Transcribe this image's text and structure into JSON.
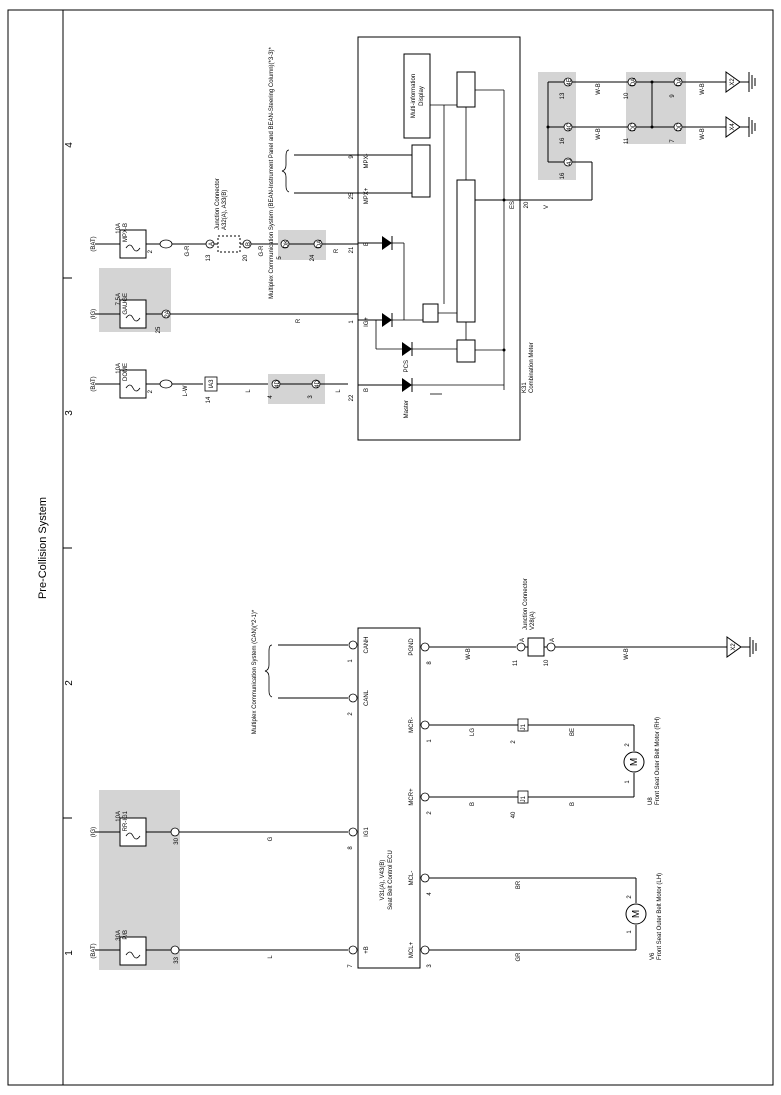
{
  "page": {
    "title": "Pre-Collision System",
    "zones": [
      "1",
      "2",
      "3",
      "4"
    ]
  },
  "fuses": {
    "p8": {
      "amp": "30A",
      "name": "P/B",
      "src": "(BAT)",
      "pin": "33",
      "conn": "1C"
    },
    "rrig1": {
      "amp": "10A",
      "name": "RR-IG1",
      "src": "(IG)",
      "pin": "30",
      "conn": "1C"
    },
    "dome": {
      "amp": "10A",
      "name": "DOME",
      "src": "(BAT)",
      "pin": "2"
    },
    "gauge": {
      "amp": "7.5A",
      "name": "GAUGE",
      "src": "(IG)",
      "pin": "25",
      "conn": "2A"
    },
    "mpxb": {
      "amp": "10A",
      "name": "MPX-B",
      "src": "(BAT)",
      "pin": "2"
    }
  },
  "ecu": {
    "id": "V31(A), V43(B)",
    "name": "Seat Belt Control ECU",
    "pins": {
      "b": {
        "num": "7",
        "conn": "A",
        "label": "+B"
      },
      "ig1": {
        "num": "8",
        "conn": "A",
        "label": "IG1"
      },
      "canl": {
        "num": "2",
        "conn": "B",
        "label": "CANL"
      },
      "canh": {
        "num": "1",
        "conn": "B",
        "label": "CANH"
      },
      "mclp": {
        "num": "3",
        "conn": "A",
        "label": "MCL+"
      },
      "mclm": {
        "num": "4",
        "conn": "A",
        "label": "MCL-"
      },
      "mcrp": {
        "num": "2",
        "conn": "A",
        "label": "MCR+"
      },
      "mcrm": {
        "num": "1",
        "conn": "A",
        "label": "MCR-"
      },
      "pgnd": {
        "num": "8",
        "conn": "A",
        "label": "PGND"
      }
    }
  },
  "meter": {
    "id": "K31",
    "name": "Combination Meter",
    "mid": "Multi-information Display",
    "master": "Master",
    "pcs": "PCS",
    "pins": {
      "b": {
        "num": "22",
        "label": "B"
      },
      "igp": {
        "num": "1",
        "label": "IG+"
      },
      "bb": {
        "num": "21",
        "label": "B"
      },
      "mpxp": {
        "num": "25",
        "label": "MPX+"
      },
      "mpxm": {
        "num": "9",
        "label": "MPX-"
      },
      "es": {
        "num": "20",
        "label": "ES"
      }
    }
  },
  "motors": {
    "lh": {
      "id": "V6",
      "name": "Front Seat Outer Belt Motor (LH)",
      "p1": "1",
      "p2": "2",
      "sym": "M"
    },
    "rh": {
      "id": "U8",
      "name": "Front Seat Outer Belt Motor (RH)",
      "p1": "1",
      "p2": "2",
      "sym": "M"
    }
  },
  "junctions": {
    "v28": {
      "id": "V28(A)",
      "name": "Junction Connector",
      "pin_l": "11",
      "pin_r": "10",
      "conn": "A"
    },
    "a32": {
      "id": "A32(A), A33(B)",
      "name": "Junction Connector",
      "pin_l": "13",
      "pin_r": "20",
      "conn_l": "A",
      "conn_r": "B"
    }
  },
  "multiplex": {
    "can": "Multiplex Communication System (CAN)(*2-1)*",
    "bean": "Multiplex Communication System (BEAN-Instrument Panel and BEAN-Steering Column)(*3-3)*"
  },
  "wires": {
    "L": "L",
    "G": "G",
    "WB": "W-B",
    "LG": "LG",
    "BE": "BE",
    "B": "B",
    "BR": "BR",
    "GR": "GR",
    "LW": "L-W",
    "R": "R",
    "GR2": "G-R",
    "V": "V"
  },
  "connectors": {
    "a1": {
      "num": "3",
      "conn": "4D"
    },
    "a2": {
      "num": "4",
      "conn": "4D"
    },
    "a3": {
      "num": "14",
      "conn": "IA3"
    },
    "d1": {
      "num": "5",
      "conn": "DK"
    },
    "d2": {
      "num": "24",
      "conn": "DA"
    },
    "s1": {
      "num": "2",
      "conn": "IJ1"
    },
    "s2": {
      "num": "40",
      "conn": "IJ1"
    },
    "s3": {
      "num": "1",
      "conn": "IJ1"
    },
    "g1": {
      "num": "13",
      "conn": "4E"
    },
    "g2": {
      "num": "16",
      "conn": "4C"
    },
    "g3": {
      "num": "16",
      "conn": "4J"
    },
    "g4": {
      "num": "10",
      "conn": "DA"
    },
    "g5": {
      "num": "11",
      "conn": "DD"
    },
    "g6": {
      "num": "9",
      "conn": "DA"
    },
    "g7": {
      "num": "7",
      "conn": "DD"
    }
  },
  "grounds": {
    "x2": "X2",
    "x4": "X4",
    "x2b": "X2"
  }
}
